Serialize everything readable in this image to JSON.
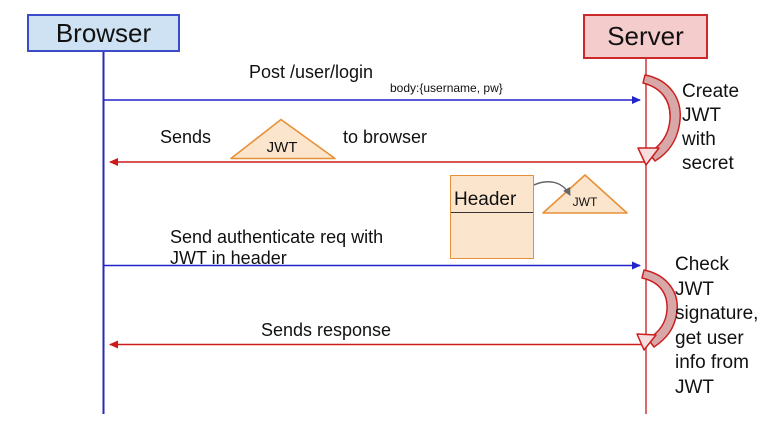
{
  "actors": {
    "browser": "Browser",
    "server": "Server"
  },
  "messages": [
    {
      "label": "Post /user/login",
      "sublabel": "body:{username, pw}"
    },
    {
      "prefix": "Sends",
      "suffix": "to browser",
      "token": "JWT"
    },
    {
      "line1": "Send authenticate req with",
      "line2": "JWT in header"
    },
    {
      "label": "Sends response"
    }
  ],
  "annotations": {
    "create_jwt": "Create JWT with secret",
    "check_jwt": "Check JWT signature, get user info from JWT"
  },
  "header_box": {
    "title": "Header",
    "token": "JWT"
  },
  "colors": {
    "browser_fill": "#cfe2f3",
    "browser_border": "#3b4cc8",
    "server_fill": "#f4cccc",
    "server_border": "#cc2a2a",
    "blue_arrow": "#2323cc",
    "blue_lifeline": "#2a2ab0",
    "red_arrow": "#cc1a1a",
    "triangle_fill": "#fce5cd",
    "triangle_border": "#e69138",
    "connector_gray": "#666666"
  }
}
